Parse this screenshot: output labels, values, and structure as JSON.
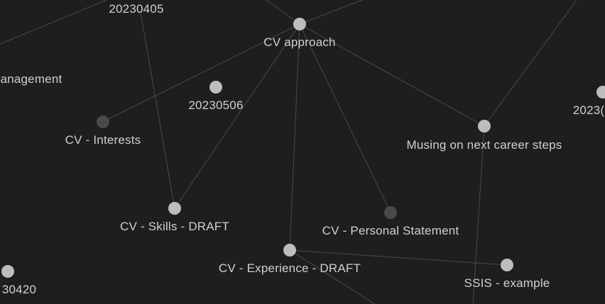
{
  "graph": {
    "nodes": [
      {
        "id": "cv-approach",
        "label": "CV approach",
        "kind": "note"
      },
      {
        "id": "20230405",
        "label": "20230405",
        "kind": "note"
      },
      {
        "id": "management",
        "label": "anagement",
        "kind": "note"
      },
      {
        "id": "20230506",
        "label": "20230506",
        "kind": "note"
      },
      {
        "id": "cv-interests",
        "label": "CV - Interests",
        "kind": "orphan"
      },
      {
        "id": "musing",
        "label": "Musing on next career steps",
        "kind": "note"
      },
      {
        "id": "2023-right",
        "label": "2023(",
        "kind": "note"
      },
      {
        "id": "cv-skills",
        "label": "CV - Skills - DRAFT",
        "kind": "note"
      },
      {
        "id": "cv-personal",
        "label": "CV - Personal Statement",
        "kind": "orphan"
      },
      {
        "id": "cv-experience",
        "label": "CV - Experience - DRAFT",
        "kind": "note"
      },
      {
        "id": "ssis",
        "label": "SSIS - example",
        "kind": "note"
      },
      {
        "id": "30420",
        "label": "30420",
        "kind": "note"
      }
    ],
    "colors": {
      "background": "#1e1e1e",
      "edge": "#4a4a4a",
      "node": "#bdbdc0",
      "orphan_node": "#4a4a4c",
      "label": "#d0d0d0"
    }
  }
}
